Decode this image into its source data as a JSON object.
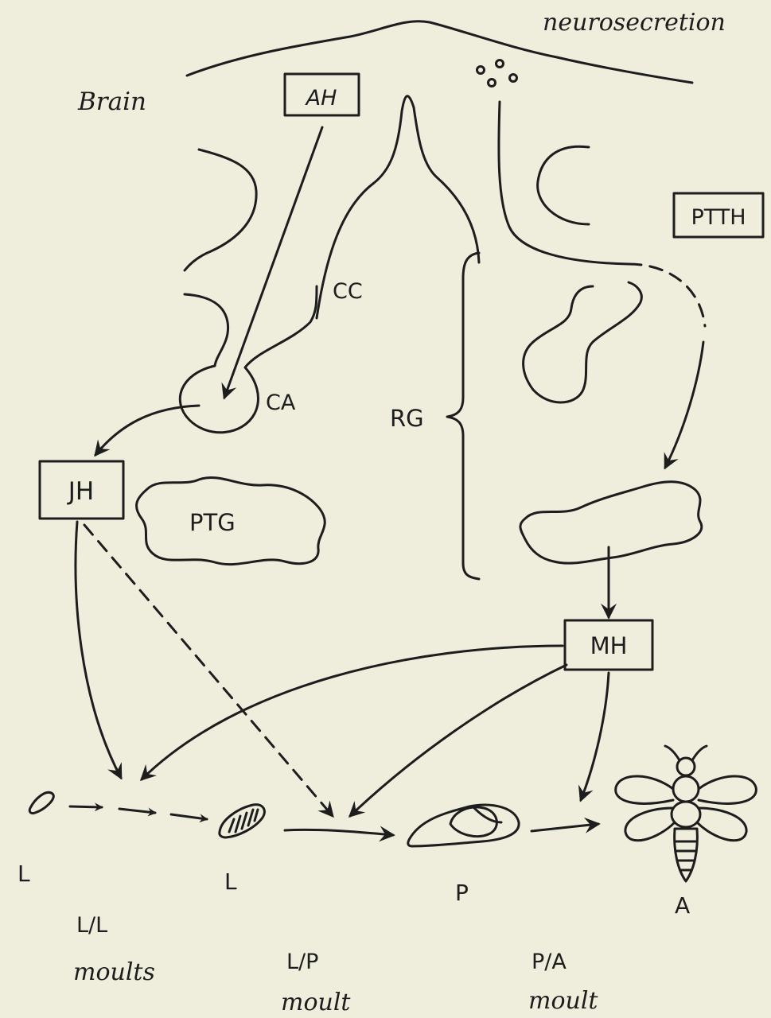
{
  "labels": {
    "neurosecretion": "neurosecretion",
    "brain": "Brain",
    "ah": "AH",
    "ptth": "PTTH",
    "cc": "CC",
    "ca": "CA",
    "rg": "RG",
    "jh": "JH",
    "ptg": "PTG",
    "mh": "MH"
  },
  "stages": {
    "egg_l": "L",
    "larva_l": "L",
    "pupa_p": "P",
    "adult_a": "A"
  },
  "moults": {
    "ll_line1": "L/L",
    "ll_line2": "moults",
    "lp_line1": "L/P",
    "lp_line2": "moult",
    "pa_line1": "P/A",
    "pa_line2": "moult"
  },
  "colors": {
    "ink": "#1d1d1d",
    "paper": "#efeedd"
  }
}
